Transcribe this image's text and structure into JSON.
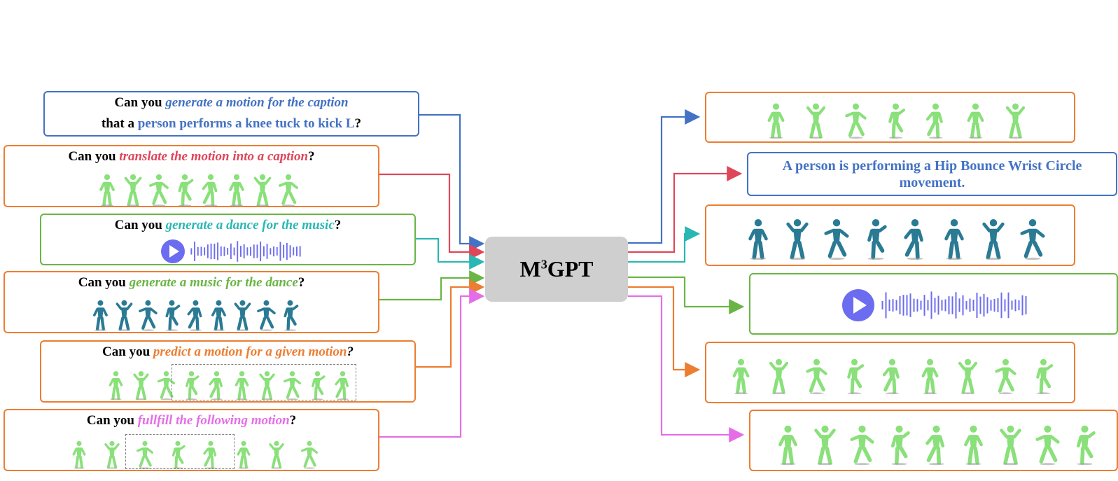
{
  "colors": {
    "blue": "#4472c4",
    "red": "#e0465a",
    "teal": "#2ab7b4",
    "green": "#6ab546",
    "orange": "#ed7d31",
    "magenta": "#e56ee8",
    "motion_green": "#8ae07a",
    "motion_teal": "#2a7a94",
    "audio_purple": "#6c6cf0",
    "center_gray": "#cfcfcf"
  },
  "center": {
    "prefix": "M",
    "sup": "3",
    "suffix": "GPT"
  },
  "inputs": {
    "t2m": {
      "line1_pre": "Can you ",
      "line1_hl": "generate a motion for the caption",
      "line2_pre": "that a ",
      "line2_hl": "person performs a knee tuck to kick L",
      "line2_post": "?"
    },
    "m2t": {
      "pre": "Can you ",
      "hl": "translate the motion into a caption",
      "post": "?"
    },
    "a2d": {
      "pre": "Can you ",
      "hl": "generate a dance for the music",
      "post": "?"
    },
    "d2a": {
      "pre": "Can you ",
      "hl": "generate a music for the dance",
      "post": "?"
    },
    "pred": {
      "pre": "Can you ",
      "hl": "predict a motion for a given motion",
      "post": "?"
    },
    "inb": {
      "pre": "Can you ",
      "hl": "fullfill the following motion",
      "post": "?"
    }
  },
  "outputs": {
    "caption": "A person is performing a Hip Bounce Wrist Circle movement."
  },
  "icons": [
    "play-icon",
    "waveform-icon",
    "motion-figure-icon",
    "dancer-figure-icon",
    "arrow-head-icon"
  ]
}
